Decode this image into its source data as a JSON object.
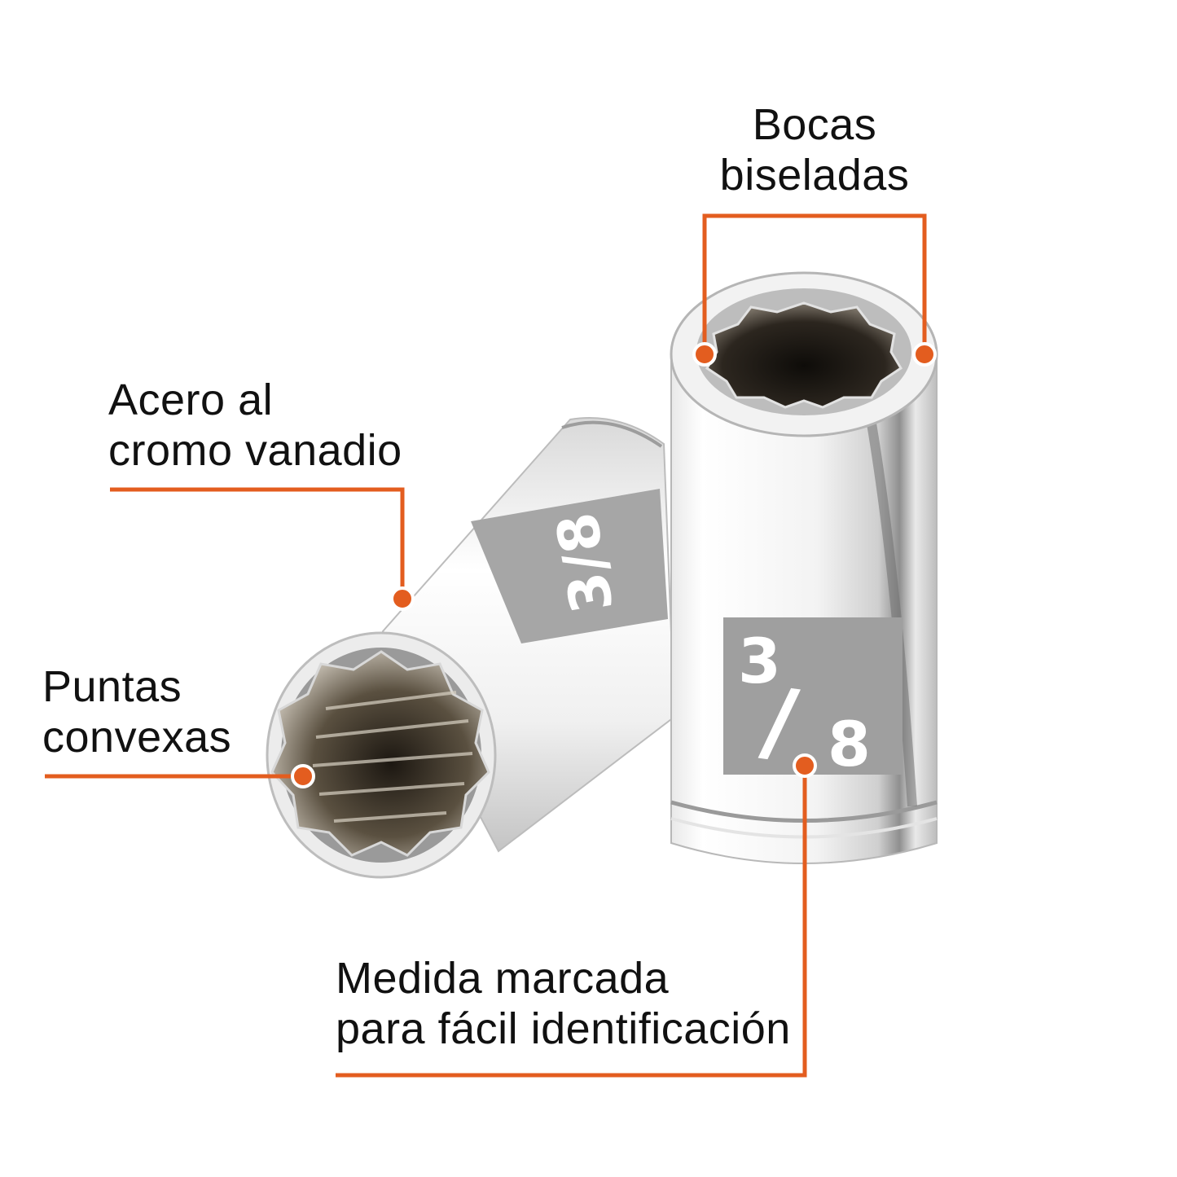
{
  "labels": {
    "bocas": {
      "line1": "Bocas",
      "line2": "biseladas"
    },
    "acero": {
      "line1": "Acero al",
      "line2": "cromo vanadio"
    },
    "puntas": {
      "line1": "Puntas",
      "line2": "convexas"
    },
    "medida": {
      "line1": "Medida marcada",
      "line2": "para fácil identificación"
    }
  },
  "marking": {
    "numerator": "3",
    "slash": "/",
    "denominator": "8"
  },
  "colors": {
    "callout": "#e35d1f",
    "text": "#111111",
    "chrome_light": "#f4f4f4",
    "chrome_mid": "#d6d6d6",
    "chrome_dark": "#8a8a8a",
    "marking_band": "#9a9a9a",
    "socket_interior": "#2a241d"
  }
}
